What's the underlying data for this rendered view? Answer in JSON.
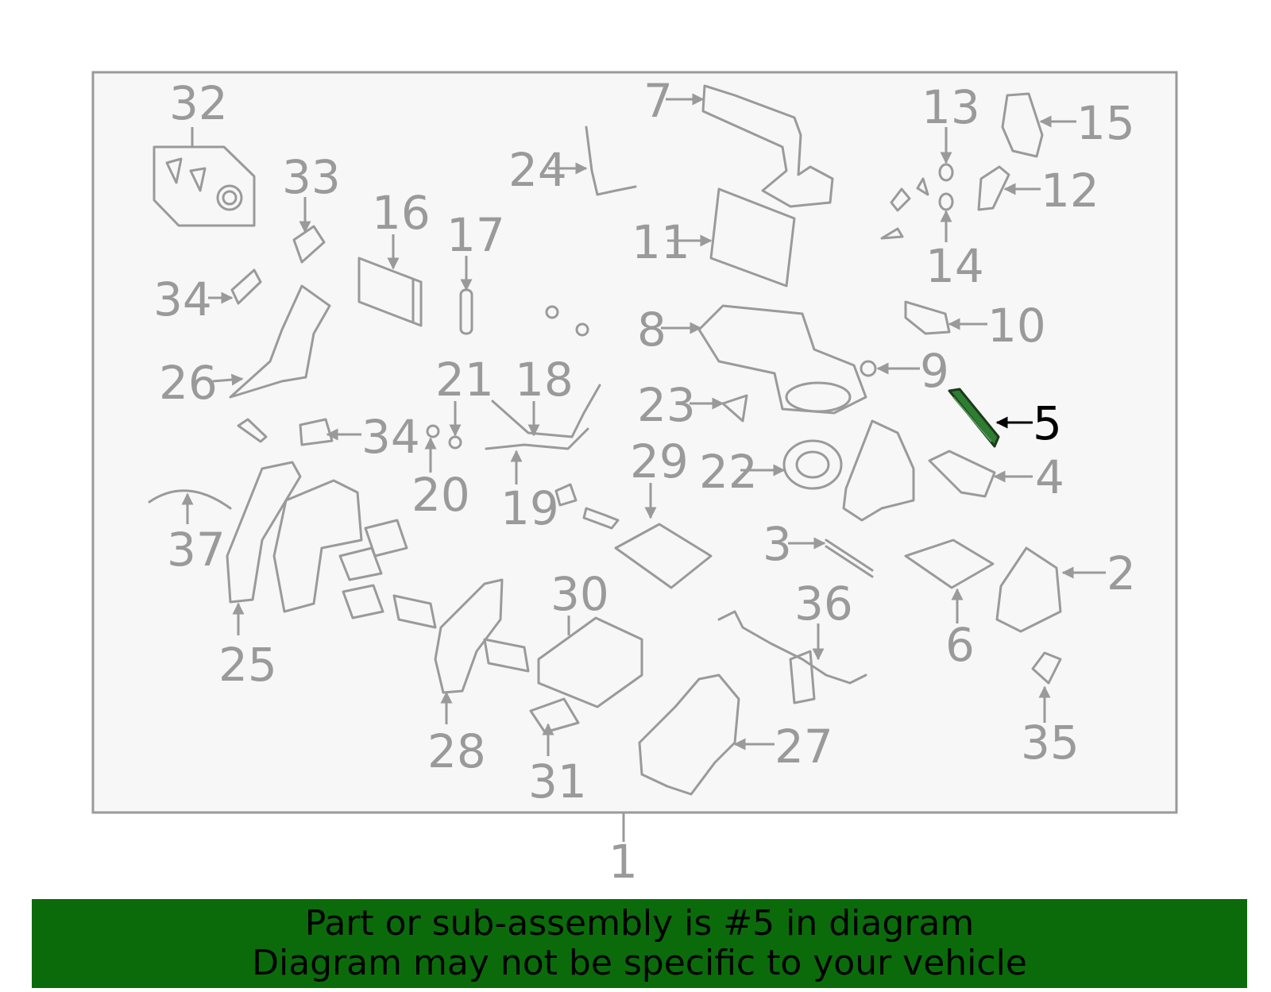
{
  "diagram": {
    "highlight_part": "5",
    "highlight_color": "#2e7d32",
    "line_color": "#9a9a9a",
    "frame_fill": "#f7f7f7",
    "callouts": [
      "1",
      "2",
      "3",
      "4",
      "5",
      "6",
      "7",
      "8",
      "9",
      "10",
      "11",
      "12",
      "13",
      "14",
      "15",
      "16",
      "17",
      "18",
      "19",
      "20",
      "21",
      "22",
      "23",
      "24",
      "25",
      "26",
      "27",
      "28",
      "29",
      "30",
      "31",
      "32",
      "33",
      "34",
      "34",
      "35",
      "36",
      "37"
    ]
  },
  "banner": {
    "background": "#0b6b0b",
    "line1": "Part or sub-assembly is #5 in diagram",
    "line2": "Diagram may not be specific to your vehicle"
  }
}
